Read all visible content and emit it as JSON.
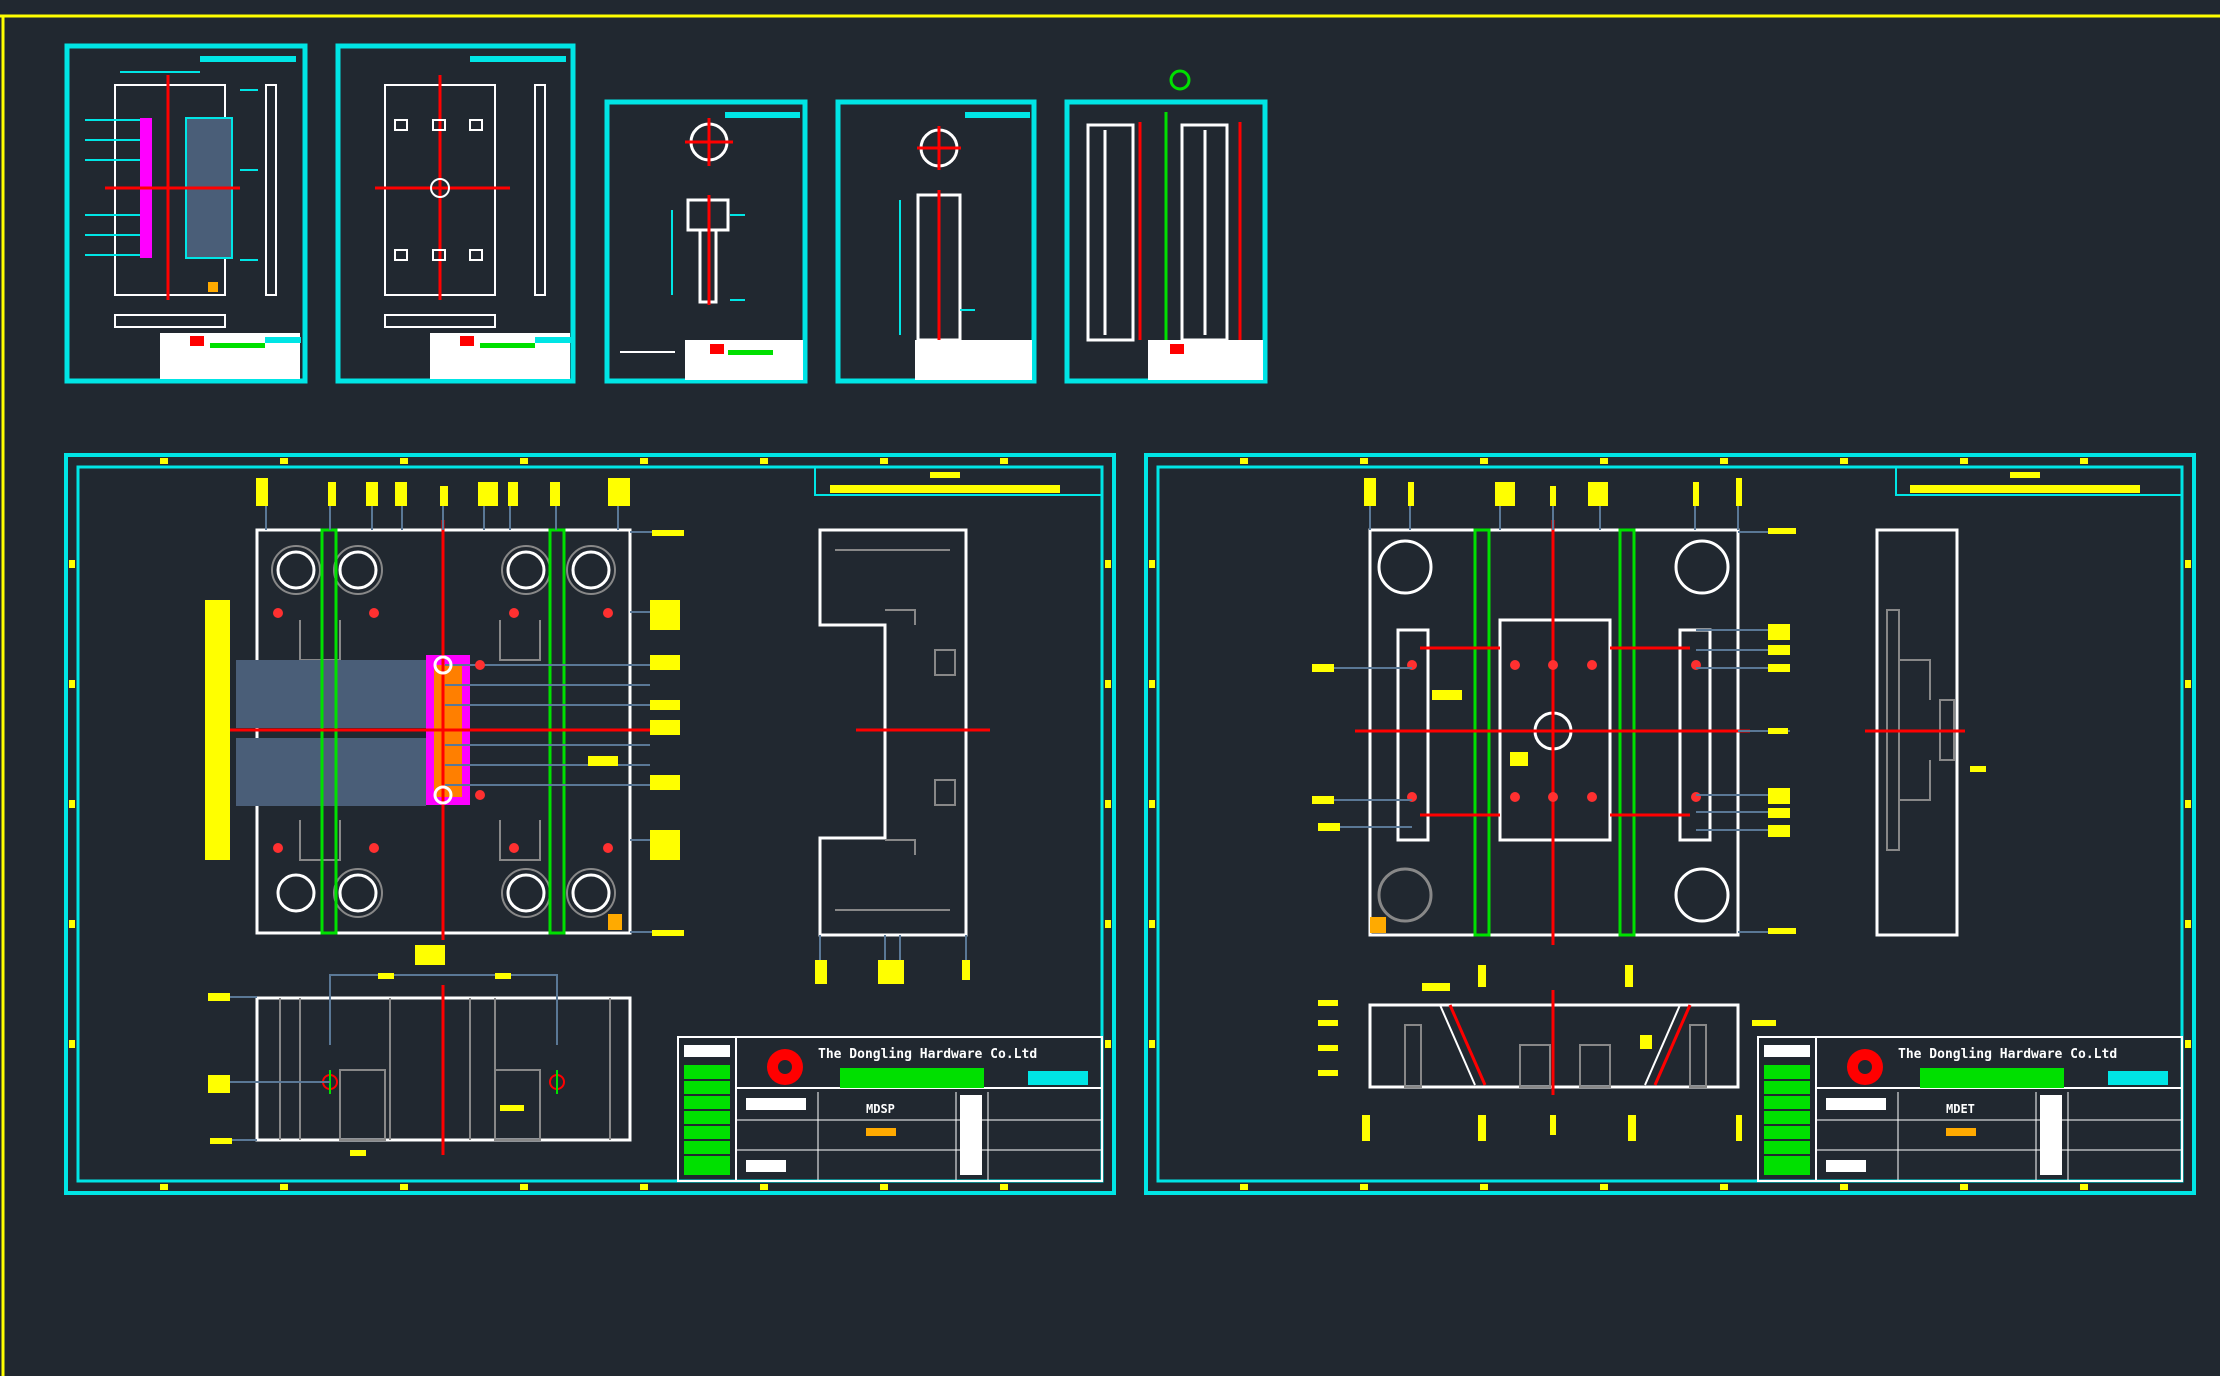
{
  "colors": {
    "background": "#212830",
    "border": "#ffff00",
    "frame": "#00e5e5",
    "geometry": "#ffffff",
    "centerline": "#ff0000",
    "ejector": "#00e000",
    "cooling": "#ff00ff",
    "fill": "#4a5e78",
    "leader": "#5a7896",
    "dimension": "#ffff00"
  },
  "sheets": [
    {
      "id": "sheet-1",
      "kind": "small-assembly-a"
    },
    {
      "id": "sheet-2",
      "kind": "small-plate-b"
    },
    {
      "id": "sheet-3",
      "kind": "small-part-c"
    },
    {
      "id": "sheet-4",
      "kind": "small-part-d"
    },
    {
      "id": "sheet-5",
      "kind": "small-section-e"
    },
    {
      "id": "sheet-6",
      "kind": "large-core-side-layout"
    },
    {
      "id": "sheet-7",
      "kind": "large-cavity-side-layout"
    }
  ],
  "title_blocks": {
    "left": {
      "company": "The Dongling Hardware Co.Ltd",
      "drawing_code": "MDSP"
    },
    "right": {
      "company": "The Dongling Hardware Co.Ltd",
      "drawing_code": "MDET"
    }
  },
  "icons": {
    "company_logo": "company-logo-icon",
    "origin_marker": "ucs-origin-icon"
  }
}
